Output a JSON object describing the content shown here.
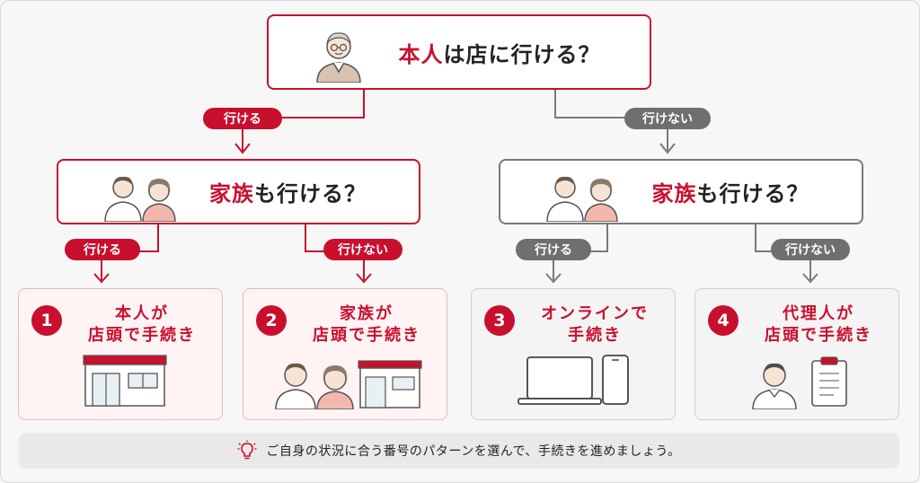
{
  "colors": {
    "accent": "#c8102e",
    "neutral": "#6f6f6f"
  },
  "top_question": {
    "highlight": "本人",
    "rest": "は店に行ける？"
  },
  "branch_yes": "行ける",
  "branch_no": "行けない",
  "left_question": {
    "highlight": "家族",
    "rest": "も行ける？"
  },
  "right_question": {
    "highlight": "家族",
    "rest": "も行ける？"
  },
  "sub_yes_left": "行ける",
  "sub_no_left": "行けない",
  "sub_yes_right": "行ける",
  "sub_no_right": "行けない",
  "cards": [
    {
      "number": "1",
      "line1": "本人が",
      "line2": "店頭で手続き",
      "icon": "store-icon"
    },
    {
      "number": "2",
      "line1": "家族が",
      "line2": "店頭で手続き",
      "icon": "family-store-icon"
    },
    {
      "number": "3",
      "line1": "オンラインで",
      "line2": "手続き",
      "icon": "laptop-phone-icon"
    },
    {
      "number": "4",
      "line1": "代理人が",
      "line2": "店頭で手続き",
      "icon": "agent-document-icon"
    }
  ],
  "footer": {
    "text": "ご自身の状況に合う番号のパターンを選んで、手続きを進めましょう。",
    "icon": "lightbulb-icon"
  }
}
